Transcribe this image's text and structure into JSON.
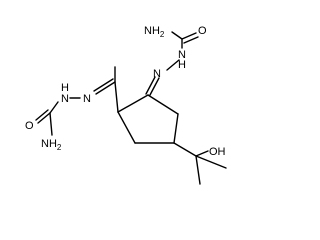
{
  "molecule": {
    "atoms": {
      "nh2_top": "NH",
      "nh2_top_sub": "2",
      "o_top": "O",
      "n_top": "N",
      "h_top": "H",
      "n_ring_top": "N",
      "n_left_a": "N",
      "n_left_b": "N",
      "h_left": "H",
      "o_left": "O",
      "nh2_left": "NH",
      "nh2_left_sub": "2",
      "oh": "OH"
    }
  }
}
